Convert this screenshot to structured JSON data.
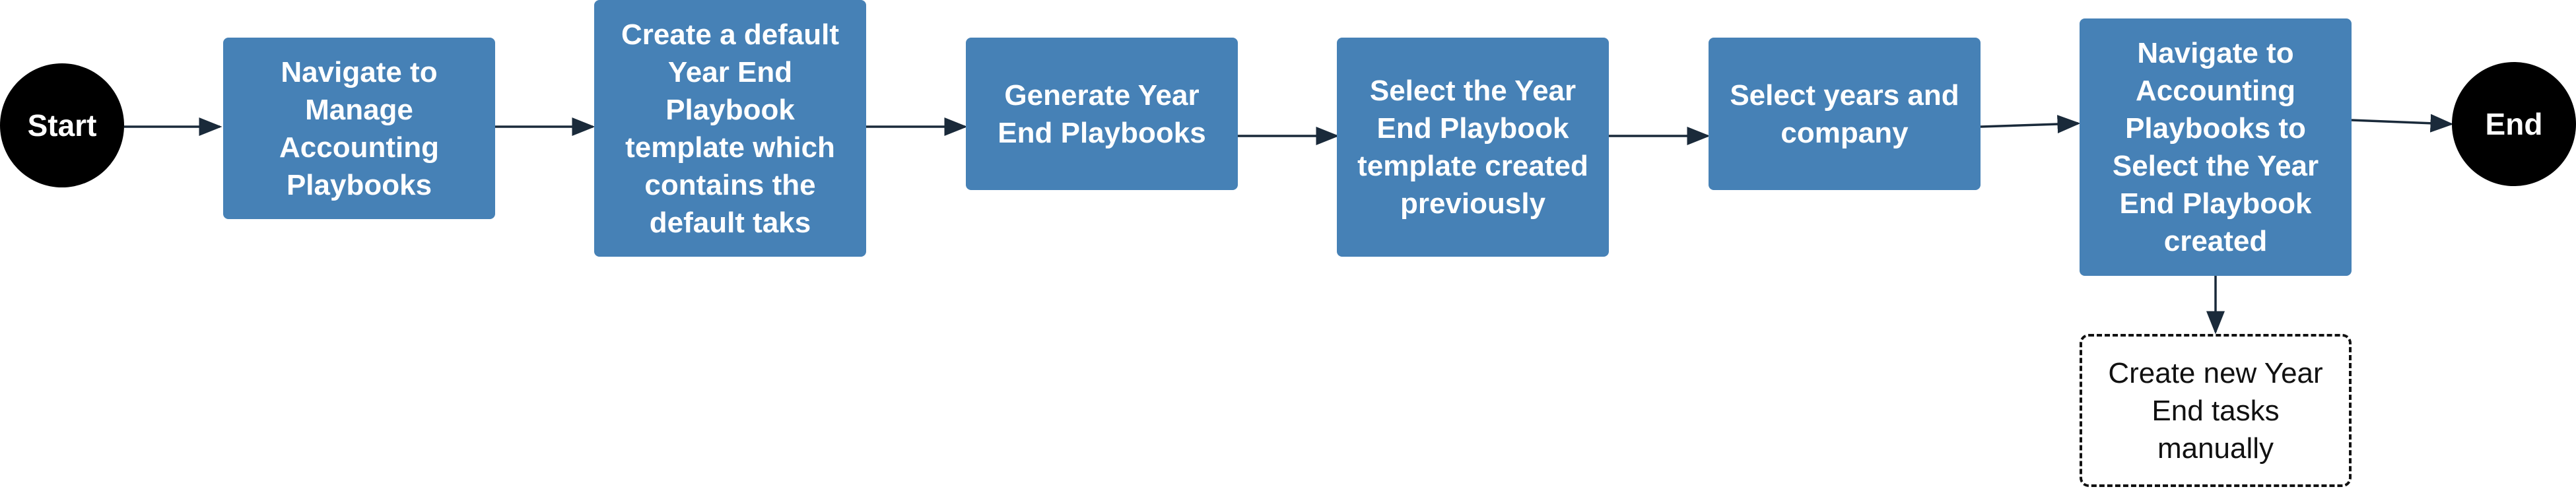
{
  "diagram": {
    "start_label": "Start",
    "end_label": "End",
    "steps": [
      {
        "id": "s1",
        "label": "Navigate to Manage Accounting Playbooks"
      },
      {
        "id": "s2",
        "label": "Create a default Year End Playbook template which contains the default taks"
      },
      {
        "id": "s3",
        "label": "Generate Year End Playbooks"
      },
      {
        "id": "s4",
        "label": "Select the Year End Playbook template created previously"
      },
      {
        "id": "s5",
        "label": "Select years and company"
      },
      {
        "id": "s6",
        "label": "Navigate to Accounting Playbooks to Select the Year End Playbook created"
      }
    ],
    "branch_step": {
      "id": "b1",
      "label": "Create new Year End tasks manually"
    },
    "colors": {
      "step_fill": "#4681b6",
      "step_text": "#ffffff",
      "terminal_fill": "#000000",
      "connector": "#1a2a3a",
      "dashed_border": "#111111"
    }
  }
}
